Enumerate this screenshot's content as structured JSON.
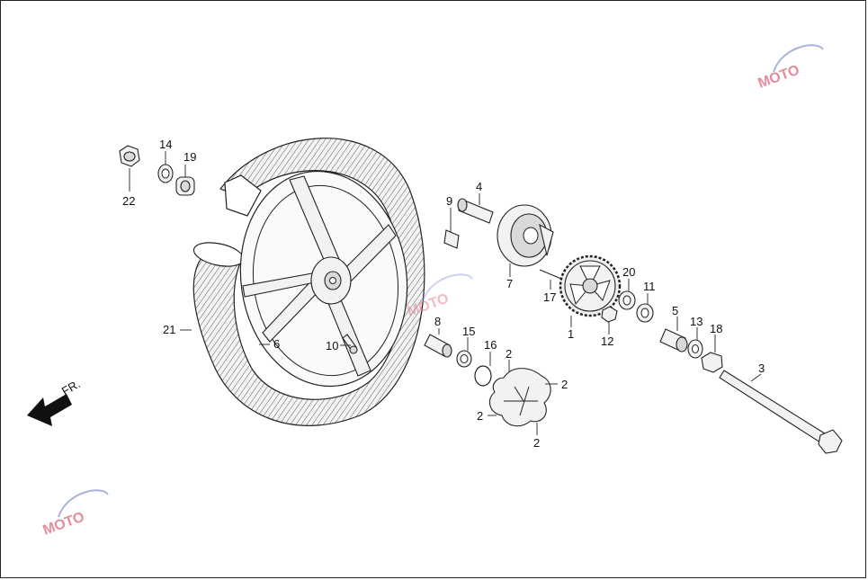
{
  "direction_label": "FR.",
  "watermark_text": "MOTO",
  "colors": {
    "ink": "#222222",
    "watermark_blue": "#9aa6d8",
    "watermark_red": "#e07a8a",
    "watermark_gray": "#aaaaaa"
  },
  "callouts": [
    {
      "id": "c22",
      "text": "22"
    },
    {
      "id": "c14",
      "text": "14"
    },
    {
      "id": "c19",
      "text": "19"
    },
    {
      "id": "c21",
      "text": "21"
    },
    {
      "id": "c6",
      "text": "6"
    },
    {
      "id": "c10",
      "text": "10"
    },
    {
      "id": "c9",
      "text": "9"
    },
    {
      "id": "c4",
      "text": "4"
    },
    {
      "id": "c7",
      "text": "7"
    },
    {
      "id": "c17",
      "text": "17"
    },
    {
      "id": "c1",
      "text": "1"
    },
    {
      "id": "c20",
      "text": "20"
    },
    {
      "id": "c11",
      "text": "11"
    },
    {
      "id": "c12",
      "text": "12"
    },
    {
      "id": "c8",
      "text": "8"
    },
    {
      "id": "c15",
      "text": "15"
    },
    {
      "id": "c16",
      "text": "16"
    },
    {
      "id": "c2a",
      "text": "2"
    },
    {
      "id": "c2b",
      "text": "2"
    },
    {
      "id": "c2c",
      "text": "2"
    },
    {
      "id": "c2d",
      "text": "2"
    },
    {
      "id": "c5",
      "text": "5"
    },
    {
      "id": "c13",
      "text": "13"
    },
    {
      "id": "c18",
      "text": "18"
    },
    {
      "id": "c3",
      "text": "3"
    }
  ]
}
